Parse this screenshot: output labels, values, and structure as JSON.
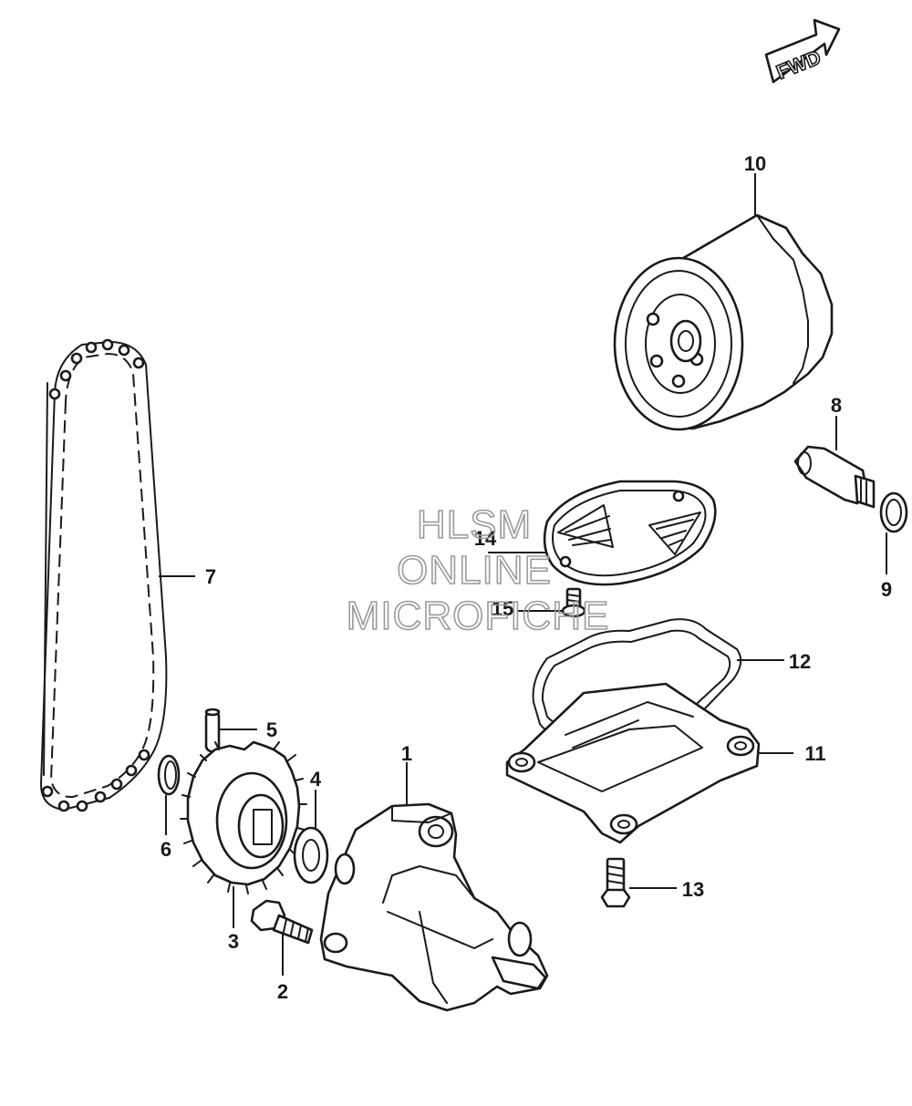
{
  "fwd_label": "FWD",
  "watermark": {
    "line1": "HLSM",
    "line2": "ONLINE",
    "line3": "MICROFICHE"
  },
  "callouts": {
    "c1": "1",
    "c2": "2",
    "c3": "3",
    "c4": "4",
    "c5": "5",
    "c6": "6",
    "c7": "7",
    "c8": "8",
    "c9": "9",
    "c10": "10",
    "c11": "11",
    "c12": "12",
    "c13": "13",
    "c14": "14",
    "c15": "15"
  },
  "colors": {
    "ink": "#1a1a1a",
    "watermark": "#9a9a9a",
    "background": "#ffffff"
  }
}
